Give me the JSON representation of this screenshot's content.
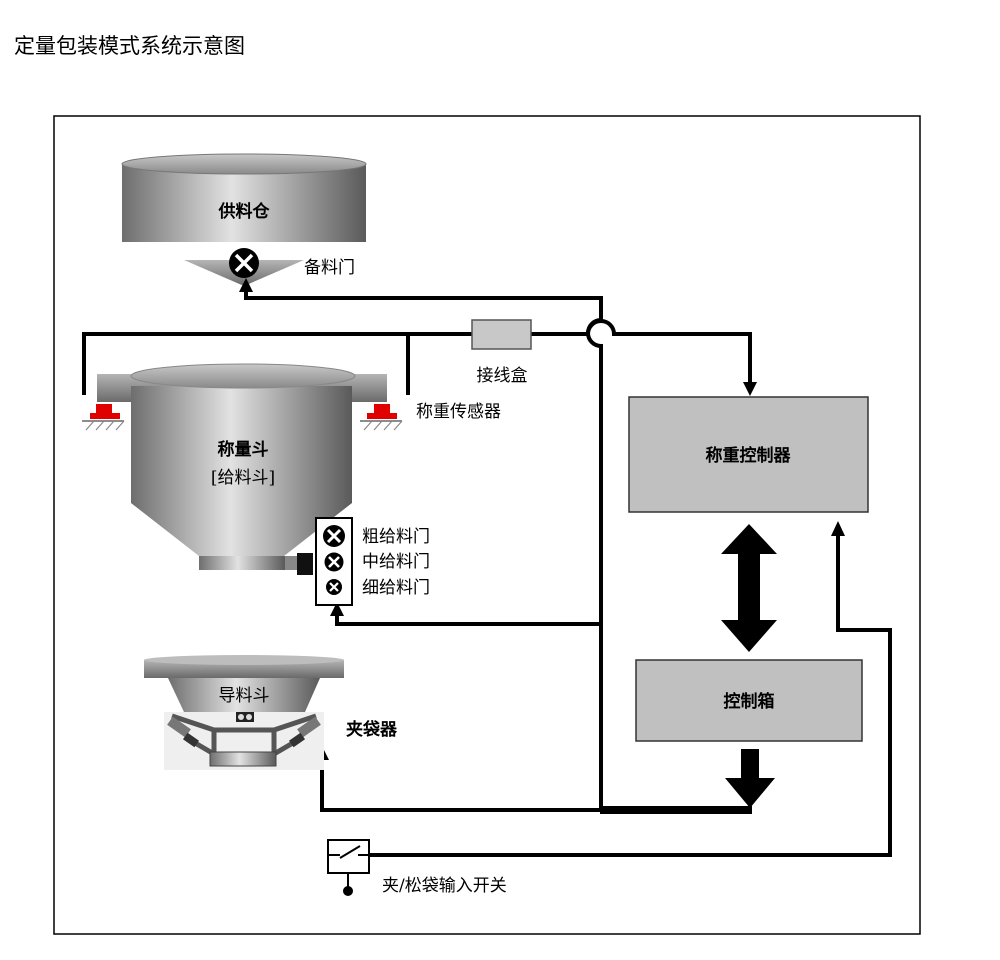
{
  "title": "定量包装模式系统示意图",
  "labels": {
    "supply_bin": "供料仓",
    "spare_gate": "备料门",
    "junction_box": "接线盒",
    "weighing_sensor": "称重传感器",
    "weighing_hopper_line1": "称量斗",
    "weighing_hopper_line2": "[给料斗]",
    "coarse_gate": "粗给料门",
    "medium_gate": "中给料门",
    "fine_gate": "细给料门",
    "weighing_controller": "称重控制器",
    "control_box": "控制箱",
    "guide_hopper": "导料斗",
    "bag_clamp": "夹袋器",
    "bag_switch": "夹/松袋输入开关"
  },
  "colors": {
    "controller_fill": "#c0c0c0",
    "sensor": "#e00000",
    "wire": "#000000"
  }
}
